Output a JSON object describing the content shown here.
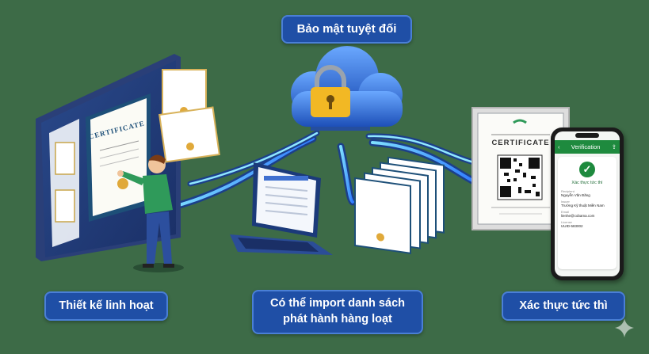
{
  "labels": {
    "top": "Bảo mật tuyệt đối",
    "left": "Thiết kế linh hoạt",
    "center_line1": "Có thể import danh sách",
    "center_line2": "phát hành hàng loạt",
    "right": "Xác thực tức thì"
  },
  "certificate": {
    "word": "CERTIFICATE"
  },
  "phone": {
    "header_title": "Verification",
    "status_text": "Xác thực tức thì",
    "fields": [
      {
        "label": "Recipient",
        "value": "Nguyễn Văn Đăng"
      },
      {
        "label": "Issuer",
        "value": "Trường Kỹ thuật Miền Nam"
      },
      {
        "label": "Email",
        "value": "lienhe@cobama.com"
      },
      {
        "label": "License",
        "value": "UUID-583002"
      }
    ]
  },
  "colors": {
    "background": "#3d6b47",
    "pill": "#1f4fa6",
    "accent_green": "#1e8a3e",
    "cert_frame": "#1d4f78",
    "cloud": "#2f6ed8"
  }
}
